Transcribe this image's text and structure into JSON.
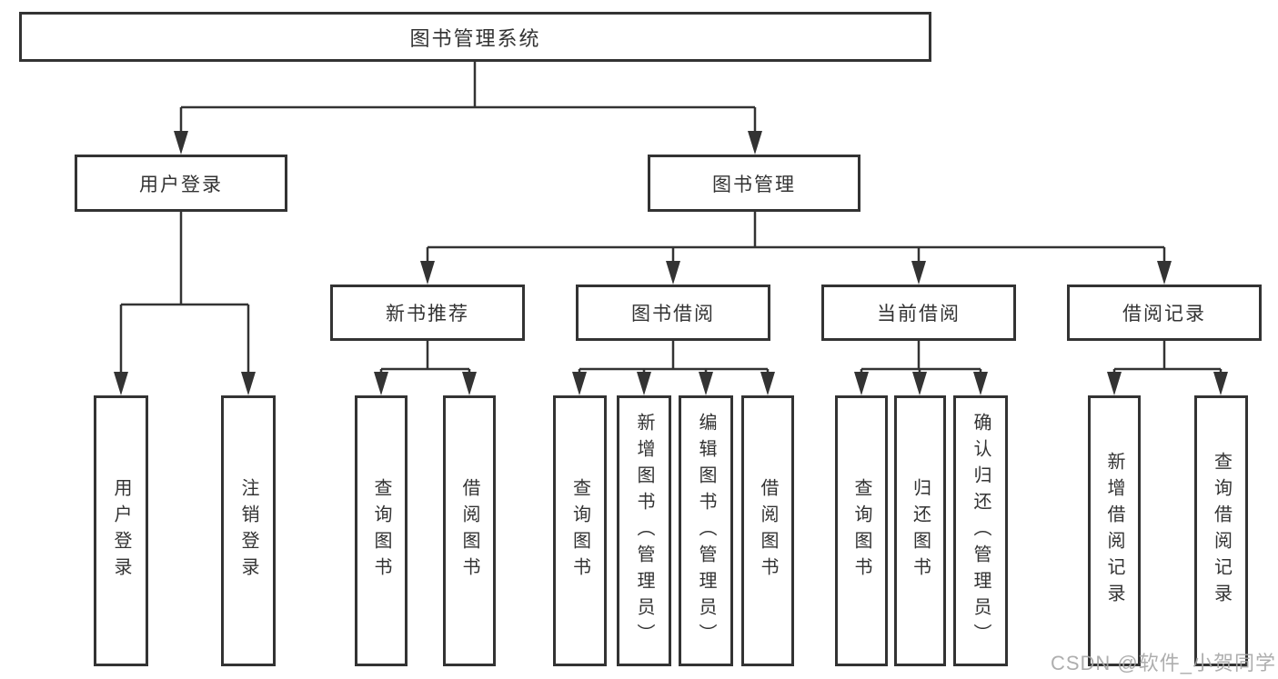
{
  "diagram": {
    "colors": {
      "line": "#333333",
      "box_border": "#333333",
      "text": "#333333",
      "background": "#ffffff",
      "watermark": "#a5a5a5"
    },
    "root": {
      "label": "图书管理系统"
    },
    "user_login": {
      "label": "用户登录",
      "children": [
        {
          "label": "用户登录"
        },
        {
          "label": "注销登录"
        }
      ]
    },
    "book_management": {
      "label": "图书管理",
      "children": [
        {
          "label": "新书推荐",
          "children": [
            {
              "label": "查询图书"
            },
            {
              "label": "借阅图书"
            }
          ]
        },
        {
          "label": "图书借阅",
          "children": [
            {
              "label": "查询图书"
            },
            {
              "label": "新增图书（管理员）"
            },
            {
              "label": "编辑图书（管理员）"
            },
            {
              "label": "借阅图书"
            }
          ]
        },
        {
          "label": "当前借阅",
          "children": [
            {
              "label": "查询图书"
            },
            {
              "label": "归还图书"
            },
            {
              "label": "确认归还（管理员）"
            }
          ]
        },
        {
          "label": "借阅记录",
          "children": [
            {
              "label": "新增借阅记录"
            },
            {
              "label": "查询借阅记录"
            }
          ]
        }
      ]
    },
    "watermark": "CSDN @软件_小贺同学"
  }
}
